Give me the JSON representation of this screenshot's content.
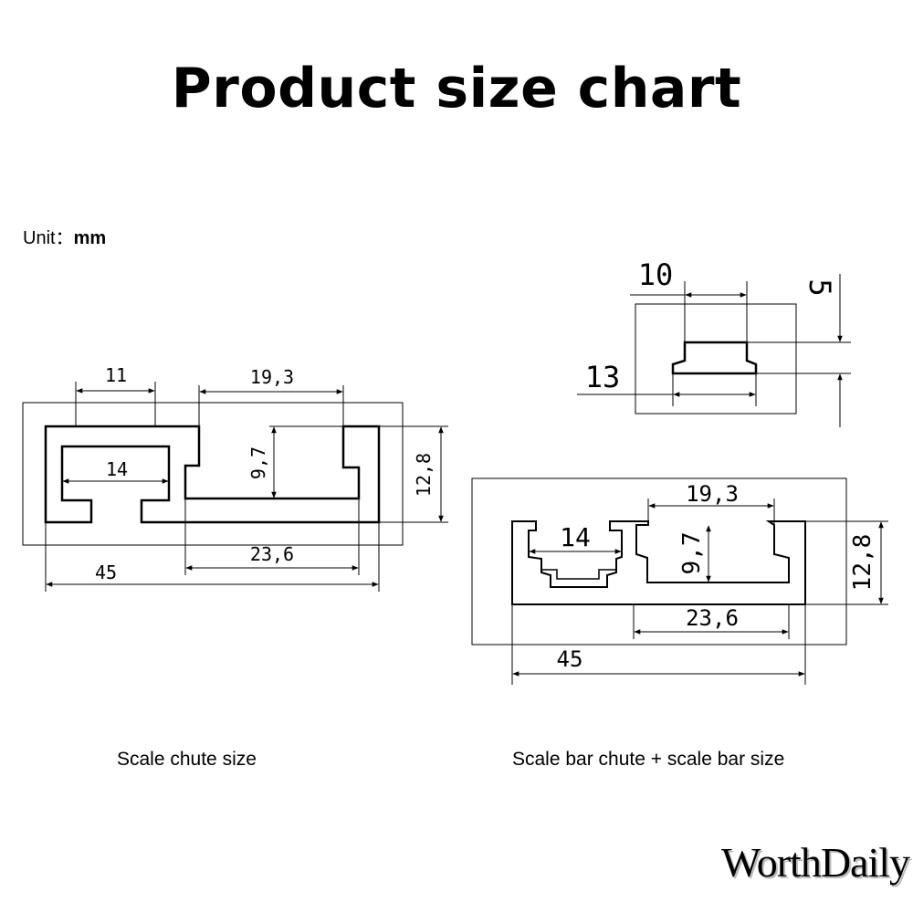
{
  "title": "Product size chart",
  "unit": {
    "label": "Unit：",
    "value": "mm"
  },
  "left_drawing": {
    "caption": "Scale chute size",
    "dims": {
      "top_slot_width": "11",
      "channel_top_width": "19,3",
      "inner_slot_width": "14",
      "channel_depth": "9,7",
      "profile_height": "12,8",
      "channel_bottom_width": "23,6",
      "total_width": "45"
    }
  },
  "bar_drawing": {
    "dims": {
      "top_width": "10",
      "bottom_width": "13",
      "thickness": "5"
    }
  },
  "right_drawing": {
    "caption": "Scale bar chute + scale bar size",
    "dims": {
      "channel_top_width": "19,3",
      "inner_slot_width": "14",
      "channel_depth": "9,7",
      "profile_height": "12,8",
      "channel_bottom_width": "23,6",
      "total_width": "45"
    }
  },
  "watermark": "WorthDaily"
}
